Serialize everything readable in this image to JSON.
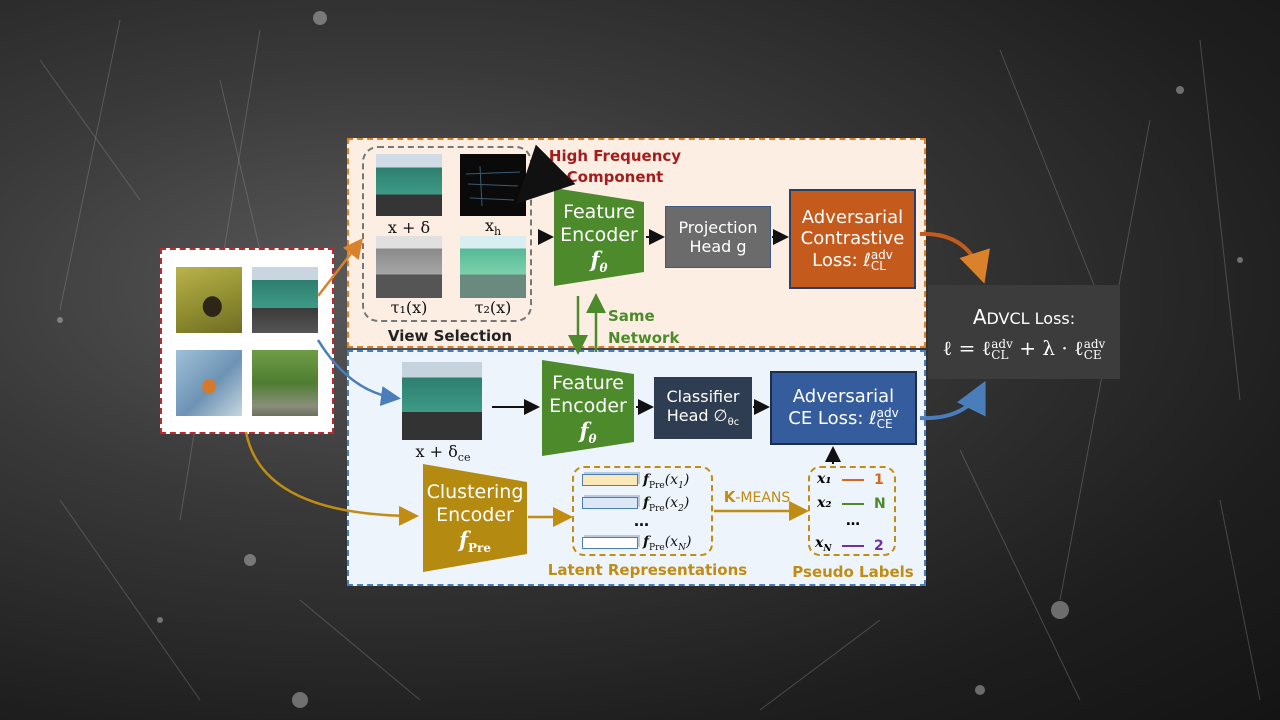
{
  "input_panel": {},
  "view_selection": {
    "title": "View Selection",
    "high_freq_line1": "High Frequency",
    "high_freq_line2": "Component",
    "labels": {
      "x_delta": "x + δ",
      "x_h_base": "x",
      "x_h_sub": "h",
      "tau1": "τ₁(x)",
      "tau2": "τ₂(x)"
    }
  },
  "top_branch": {
    "feature_encoder_line1": "Feature",
    "feature_encoder_line2": "Encoder",
    "feature_encoder_symbol": "f",
    "feature_encoder_sub": "θ",
    "projection_line1": "Projection",
    "projection_line2": "Head g",
    "adv_loss_line1": "Adversarial",
    "adv_loss_line2": "Contrastive",
    "adv_loss_line3": "Loss: ℓ",
    "adv_loss_sup": "adv",
    "adv_loss_sub": "CL"
  },
  "same_network": {
    "line1": "Same",
    "line2": "Network"
  },
  "bottom_branch": {
    "x_delta_ce": "x + δ",
    "x_delta_ce_sub": "ce",
    "feature_encoder_line1": "Feature",
    "feature_encoder_line2": "Encoder",
    "feature_encoder_symbol": "f",
    "feature_encoder_sub": "θ",
    "classifier_line1": "Classifier",
    "classifier_line2": "Head ∅",
    "classifier_sub": "θc",
    "ce_loss_line1": "Adversarial",
    "ce_loss_line2": "CE Loss: ℓ",
    "ce_loss_sup": "adv",
    "ce_loss_sub": "CE",
    "clustering_line1": "Clustering",
    "clustering_line2": "Encoder",
    "clustering_symbol": "f",
    "clustering_sub": "Pre",
    "latent_items": [
      "fPre(x1)",
      "fPre(x2)",
      "…",
      "fPre(xN)"
    ],
    "latent_title": "Latent Representations",
    "kmeans_label": "K-MEANS",
    "pseudo_rows": [
      {
        "x": "x₁",
        "label": "1",
        "color": "#d2691e"
      },
      {
        "x": "x₂",
        "label": "N",
        "color": "#4c8a2c"
      },
      {
        "x": "…",
        "label": "",
        "color": ""
      },
      {
        "x": "x",
        "x_sub": "N",
        "label": "2",
        "color": "#7030a0"
      }
    ],
    "pseudo_title": "Pseudo Labels"
  },
  "advcl_box": {
    "title_a": "A",
    "title_rest": "DVCL Loss:",
    "formula": "ℓ = ℓ",
    "sup1": "adv",
    "sub1": "CL",
    "mid": " + λ · ℓ",
    "sup2": "adv",
    "sub2": "CE"
  },
  "colors": {
    "orange_panel": "#fdeee3",
    "orange_border": "#d9822b",
    "blue_panel": "#eef4fb",
    "blue_border": "#4a7ebb",
    "green_encoder": "#4c8a2c",
    "projection_gray": "#6b6b6b",
    "adv_orange": "#c55a1d",
    "classifier_navy": "#2f3d52",
    "ce_blue": "#355c9c",
    "cluster_gold": "#b58a10",
    "advcl_gray": "#3c3c3c",
    "dark_red": "#a61c1c",
    "gold_label": "#c08d12",
    "green_label": "#4c8a2c"
  }
}
